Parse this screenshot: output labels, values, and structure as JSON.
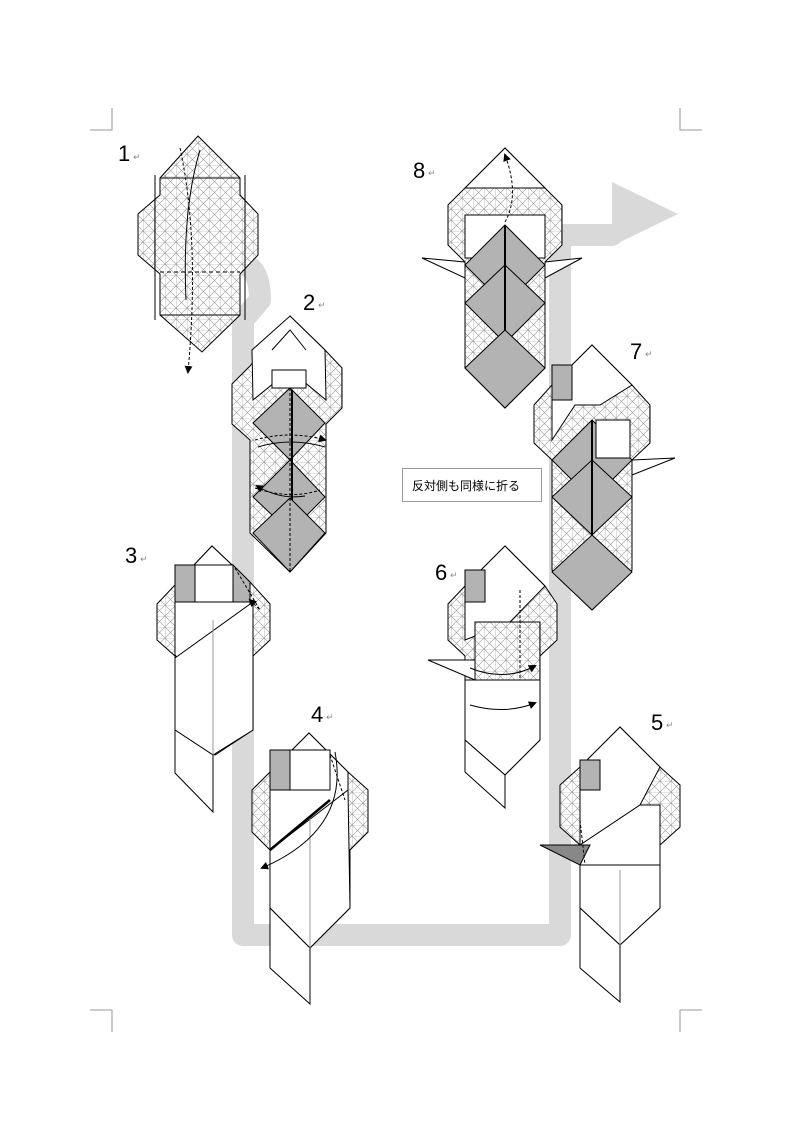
{
  "steps": [
    {
      "number": "1"
    },
    {
      "number": "2"
    },
    {
      "number": "3"
    },
    {
      "number": "4"
    },
    {
      "number": "5"
    },
    {
      "number": "6"
    },
    {
      "number": "7"
    },
    {
      "number": "8"
    }
  ],
  "return_mark": "↵",
  "note": "反対側も同様に折る",
  "colors": {
    "flow_arrow": "#d9d9d9",
    "paper_shaded": "#b3b3b3",
    "grid_hatch": "#9a9a9a",
    "line": "#000000"
  }
}
